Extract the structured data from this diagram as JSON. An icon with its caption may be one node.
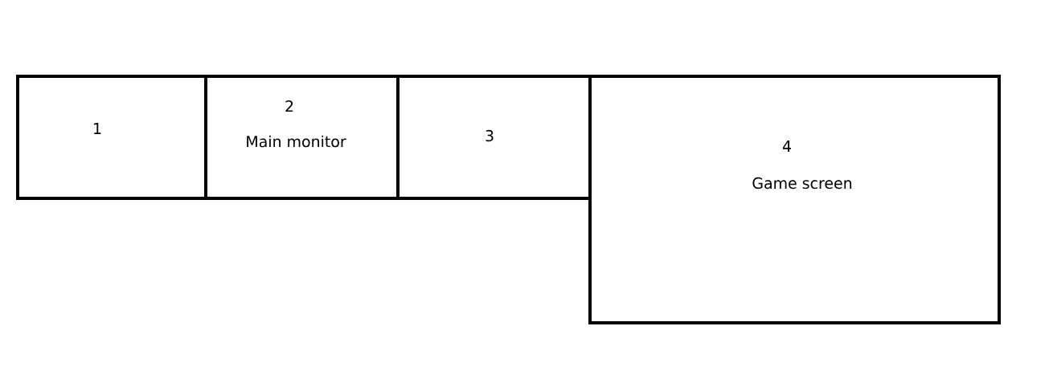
{
  "diagram": {
    "nodes": [
      {
        "text": [
          "1"
        ]
      },
      {
        "text": [
          "2",
          "Main monitor"
        ]
      },
      {
        "text": [
          "3"
        ]
      },
      {
        "text": [
          "4",
          "Game screen"
        ]
      }
    ]
  }
}
